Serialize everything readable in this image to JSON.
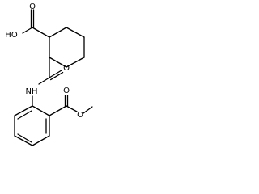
{
  "molecule": {
    "atoms": {
      "carboxylic_acid_hydroxyl": "HO",
      "carboxylic_acid_oxygen": "O",
      "amide_oxygen": "O",
      "amide_nitrogen": "NH",
      "ester_carbonyl_oxygen": "O",
      "ester_ether_oxygen": "O"
    },
    "colors": {
      "bond": "#000000",
      "label": "#000000",
      "background": "#ffffff"
    }
  }
}
